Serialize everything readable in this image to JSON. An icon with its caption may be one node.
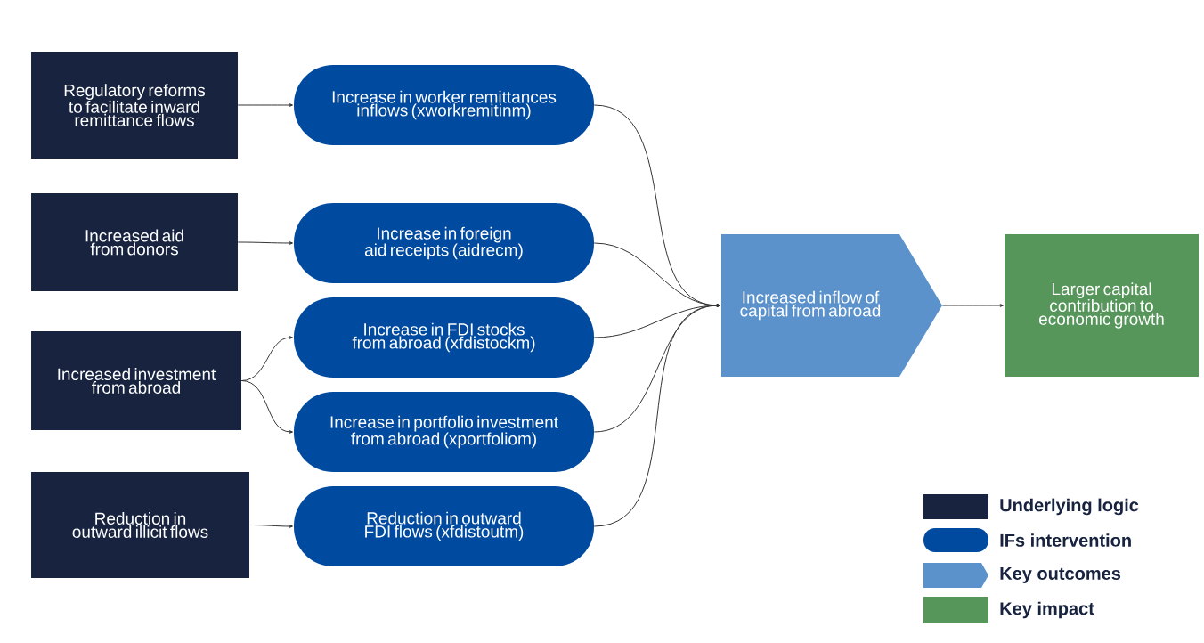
{
  "diagram": {
    "nodes": [
      {
        "text": [
          "Regulatory reforms to facilitate inward remittance flows"
        ]
      },
      {
        "text": [
          "Increased aid from donors"
        ]
      },
      {
        "text": [
          "Increased investment from abroad"
        ]
      },
      {
        "text": [
          "Reduction in outward illicit flows"
        ]
      },
      {
        "text": [
          "Increase in worker remittances inflows (xworkremitinm)"
        ]
      },
      {
        "text": [
          "Increase in foreign aid receipts (aidrecm)"
        ]
      },
      {
        "text": [
          "Increase in FDI stocks from abroad (xfdistockm)"
        ]
      },
      {
        "text": [
          "Increase in portfolio investment from abroad (xportfoliom)"
        ]
      },
      {
        "text": [
          "Reduction in outward FDI flows (xfdistoutm)"
        ]
      },
      {
        "text": [
          "Increased inflow of capital from abroad"
        ]
      },
      {
        "text": [
          "Larger capital contribution to economic growth"
        ]
      }
    ],
    "edges": [
      {
        "from": 0,
        "to": 4,
        "arrow": "to"
      },
      {
        "from": 1,
        "to": 5,
        "arrow": "to"
      },
      {
        "from": 2,
        "to": 6,
        "arrow": "to"
      },
      {
        "from": 2,
        "to": 7,
        "arrow": "to"
      },
      {
        "from": 3,
        "to": 8,
        "arrow": "to"
      },
      {
        "from": 4,
        "to": 9,
        "arrow": "to"
      },
      {
        "from": 5,
        "to": 9,
        "arrow": "to"
      },
      {
        "from": 6,
        "to": 9,
        "arrow": "to"
      },
      {
        "from": 7,
        "to": 9,
        "arrow": "to"
      },
      {
        "from": 8,
        "to": 9,
        "arrow": "to"
      },
      {
        "from": 9,
        "to": 10,
        "arrow": "to"
      }
    ],
    "legend": [
      {
        "text": "Underlying logic",
        "color": "#17233f"
      },
      {
        "text": "IFs intervention",
        "color": "#004a9f"
      },
      {
        "text": "Key outcomes",
        "color": "#5b92cc"
      },
      {
        "text": "Key impact",
        "color": "#56965a"
      }
    ]
  }
}
